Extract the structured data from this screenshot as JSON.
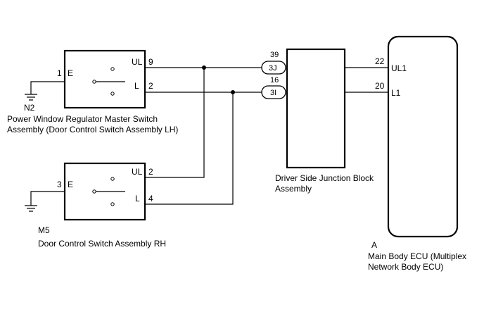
{
  "switch_master": {
    "code": "N2",
    "name_line1": "Power Window Regulator Master Switch",
    "name_line2": "Assembly (Door Control Switch Assembly LH)",
    "pin_e_num": "1",
    "pin_e_label": "E",
    "pin_ul_label": "UL",
    "pin_ul_num": "9",
    "pin_l_label": "L",
    "pin_l_num": "2"
  },
  "switch_rh": {
    "code": "M5",
    "name_line1": "Door Control Switch Assembly RH",
    "pin_e_num": "3",
    "pin_e_label": "E",
    "pin_ul_label": "UL",
    "pin_ul_num": "2",
    "pin_l_label": "L",
    "pin_l_num": "4"
  },
  "junction_block": {
    "name_line1": "Driver Side Junction Block",
    "name_line2": "Assembly",
    "connector_top_label": "3J",
    "connector_top_num": "39",
    "connector_bottom_label": "3I",
    "connector_bottom_num": "16"
  },
  "ecu": {
    "code": "A",
    "name_line1": "Main Body ECU (Multiplex",
    "name_line2": "Network Body ECU)",
    "pin_ul1_num": "22",
    "pin_ul1_label": "UL1",
    "pin_l1_num": "20",
    "pin_l1_label": "L1"
  }
}
